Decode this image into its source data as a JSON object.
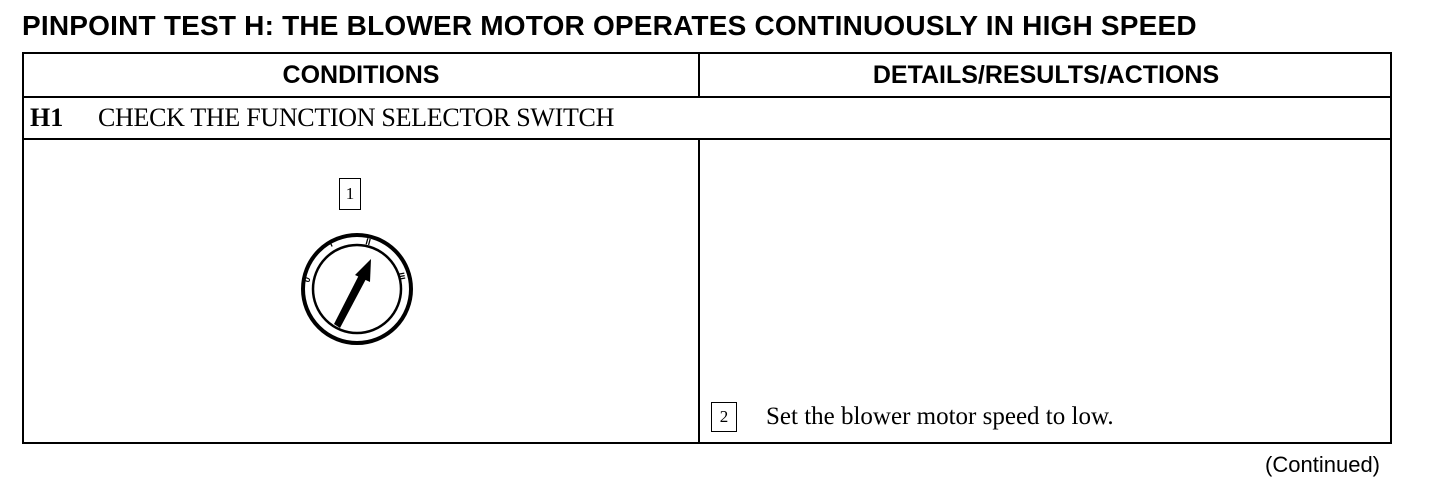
{
  "title": "PINPOINT TEST H: THE BLOWER MOTOR OPERATES CONTINUOUSLY IN HIGH SPEED",
  "table": {
    "headers": {
      "conditions": "CONDITIONS",
      "details": "DETAILS/RESULTS/ACTIONS"
    },
    "step": {
      "id": "H1",
      "title": "CHECK THE FUNCTION SELECTOR SWITCH"
    },
    "figure": {
      "callout": "1",
      "icon": "function-selector-dial-icon",
      "dial_marks": [
        "0",
        "I",
        "II",
        "III"
      ],
      "selected_position": "II"
    },
    "action": {
      "callout": "2",
      "text": "Set the blower motor speed to low."
    }
  },
  "footer": {
    "continued": "(Continued)"
  }
}
